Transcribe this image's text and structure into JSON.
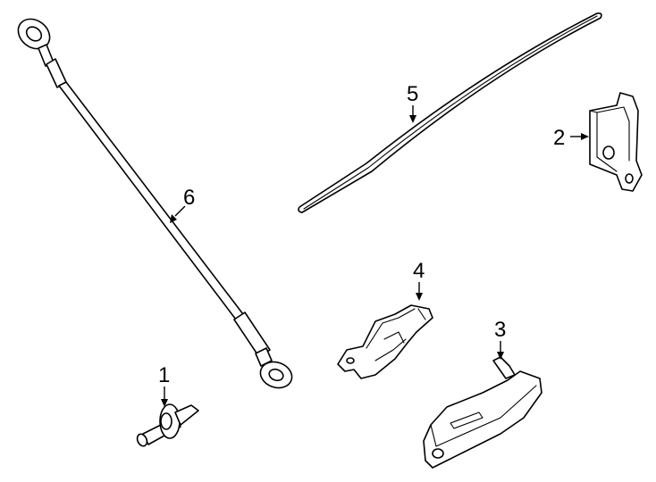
{
  "callouts": {
    "c1": "1",
    "c2": "2",
    "c3": "3",
    "c4": "4",
    "c5": "5",
    "c6": "6"
  },
  "parts": [
    {
      "id": 1,
      "icon": "push-pin-clip-icon"
    },
    {
      "id": 2,
      "icon": "bracket-icon"
    },
    {
      "id": 3,
      "icon": "end-cap-icon"
    },
    {
      "id": 4,
      "icon": "latch-striker-icon"
    },
    {
      "id": 5,
      "icon": "seal-strip-icon"
    },
    {
      "id": 6,
      "icon": "support-cable-icon"
    }
  ]
}
